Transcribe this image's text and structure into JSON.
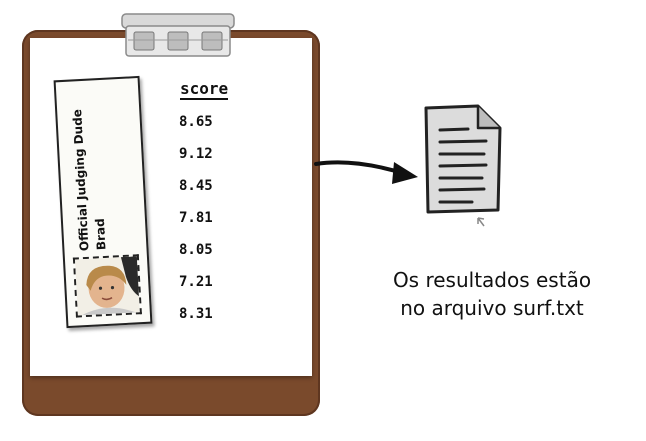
{
  "clipboard": {
    "score_header": "score",
    "scores": [
      "8.65",
      "9.12",
      "8.45",
      "7.81",
      "8.05",
      "7.21",
      "8.31"
    ],
    "badge": {
      "line1": "Official Judging Dude",
      "line2": "Brad"
    }
  },
  "file_note": {
    "line1": "Os resultados estão",
    "line2": "no arquivo surf.txt"
  },
  "icons": [
    "clipboard-icon",
    "clip-icon",
    "judge-photo",
    "arrow-right-icon",
    "document-icon"
  ],
  "colors": {
    "clipboard_brown": "#7a4a2c",
    "ink": "#111111",
    "document_fill": "#dcdcdc"
  }
}
